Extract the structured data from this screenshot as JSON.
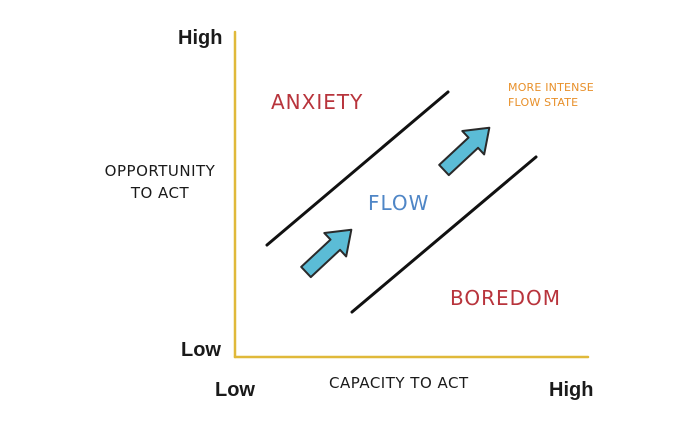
{
  "y_axis": {
    "high_label": "High",
    "low_label": "Low",
    "title_line1": "OPPORTUNITY",
    "title_line2": "TO ACT"
  },
  "x_axis": {
    "low_label": "Low",
    "high_label": "High",
    "title": "CAPACITY TO ACT"
  },
  "zones": {
    "anxiety": "ANXIETY",
    "flow": "FLOW",
    "boredom": "BOREDOM"
  },
  "annotation": {
    "line1": "MORE INTENSE",
    "line2": "FLOW STATE"
  },
  "colors": {
    "axis": "#e0b93a",
    "anxiety": "#b8343c",
    "boredom": "#b8343c",
    "flow": "#4f86c6",
    "annotation": "#e8902a",
    "arrow_fill": "#5bbcd6",
    "arrow_stroke": "#2a2a2a",
    "channel_line": "#111111"
  },
  "icons": {
    "arrow": "up-right-arrow-icon"
  }
}
